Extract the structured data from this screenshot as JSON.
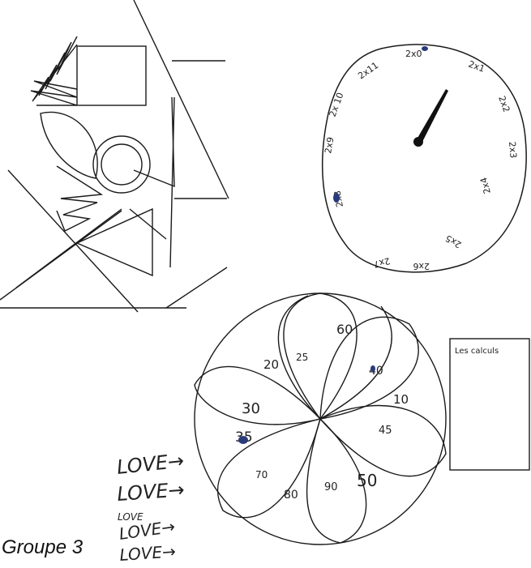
{
  "caption": "Groupe 3",
  "clock": {
    "labels": [
      "2x0",
      "2x1",
      "2x2",
      "2x3",
      "2x4",
      "2x5",
      "2x6",
      "2x7",
      "2x8",
      "2x9",
      "2x 10",
      "2x11"
    ]
  },
  "rosette": {
    "numbers": [
      "10",
      "20",
      "25",
      "30",
      "35",
      "40",
      "45",
      "50",
      "60",
      "70",
      "80",
      "90"
    ]
  },
  "love_lines": [
    "LOVE→",
    "LOVE→",
    "LOVE",
    "LOVE→",
    "LOVE→"
  ],
  "calc_box_title": "Les calculs",
  "colors": {
    "ink": "#1a1a1a",
    "pen_blue": "#2a3a7a",
    "paper": "#ffffff"
  }
}
